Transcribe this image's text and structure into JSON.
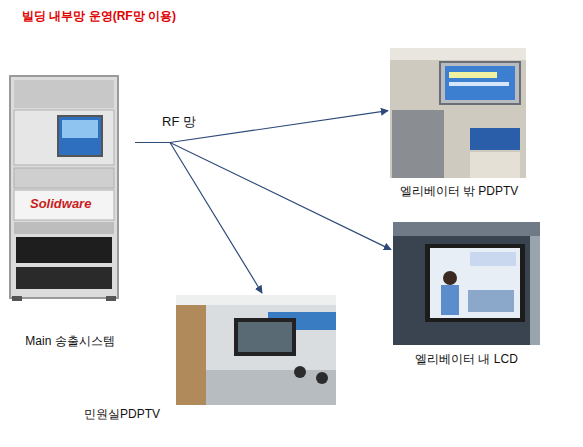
{
  "diagram": {
    "title": "빌딩 내부망 운영(RF망 이용)",
    "nodes": [
      {
        "text": [
          "Main 송출시스템"
        ]
      },
      {
        "text": [
          "엘리베이터 밖 PDPTV"
        ]
      },
      {
        "text": [
          "엘리베이터 내 LCD"
        ]
      },
      {
        "text": [
          "민원실PDPTV"
        ]
      }
    ],
    "edges": [
      {
        "from": 0,
        "to": 1,
        "arrow": "to"
      },
      {
        "from": 0,
        "to": 2,
        "arrow": "to"
      },
      {
        "from": 0,
        "to": 3,
        "arrow": "to"
      }
    ],
    "labels": [
      "RF 망",
      "Solidware"
    ]
  }
}
